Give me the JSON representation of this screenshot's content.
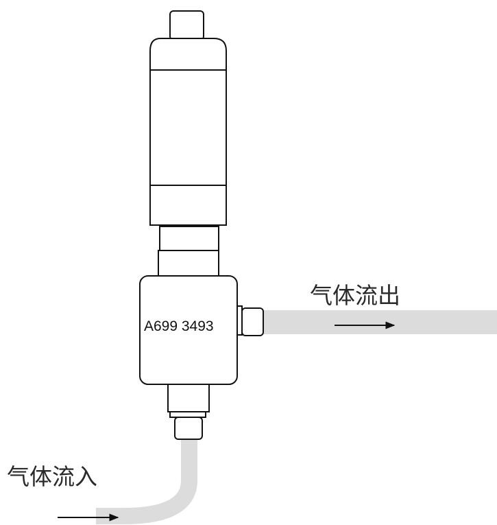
{
  "device": {
    "model_label": "A699 3493"
  },
  "gas_out": {
    "label": "气体流出"
  },
  "gas_in": {
    "label": "气体流入"
  },
  "colors": {
    "tube": "#dcdcdc",
    "outline": "#111111",
    "arrow": "#111111"
  }
}
